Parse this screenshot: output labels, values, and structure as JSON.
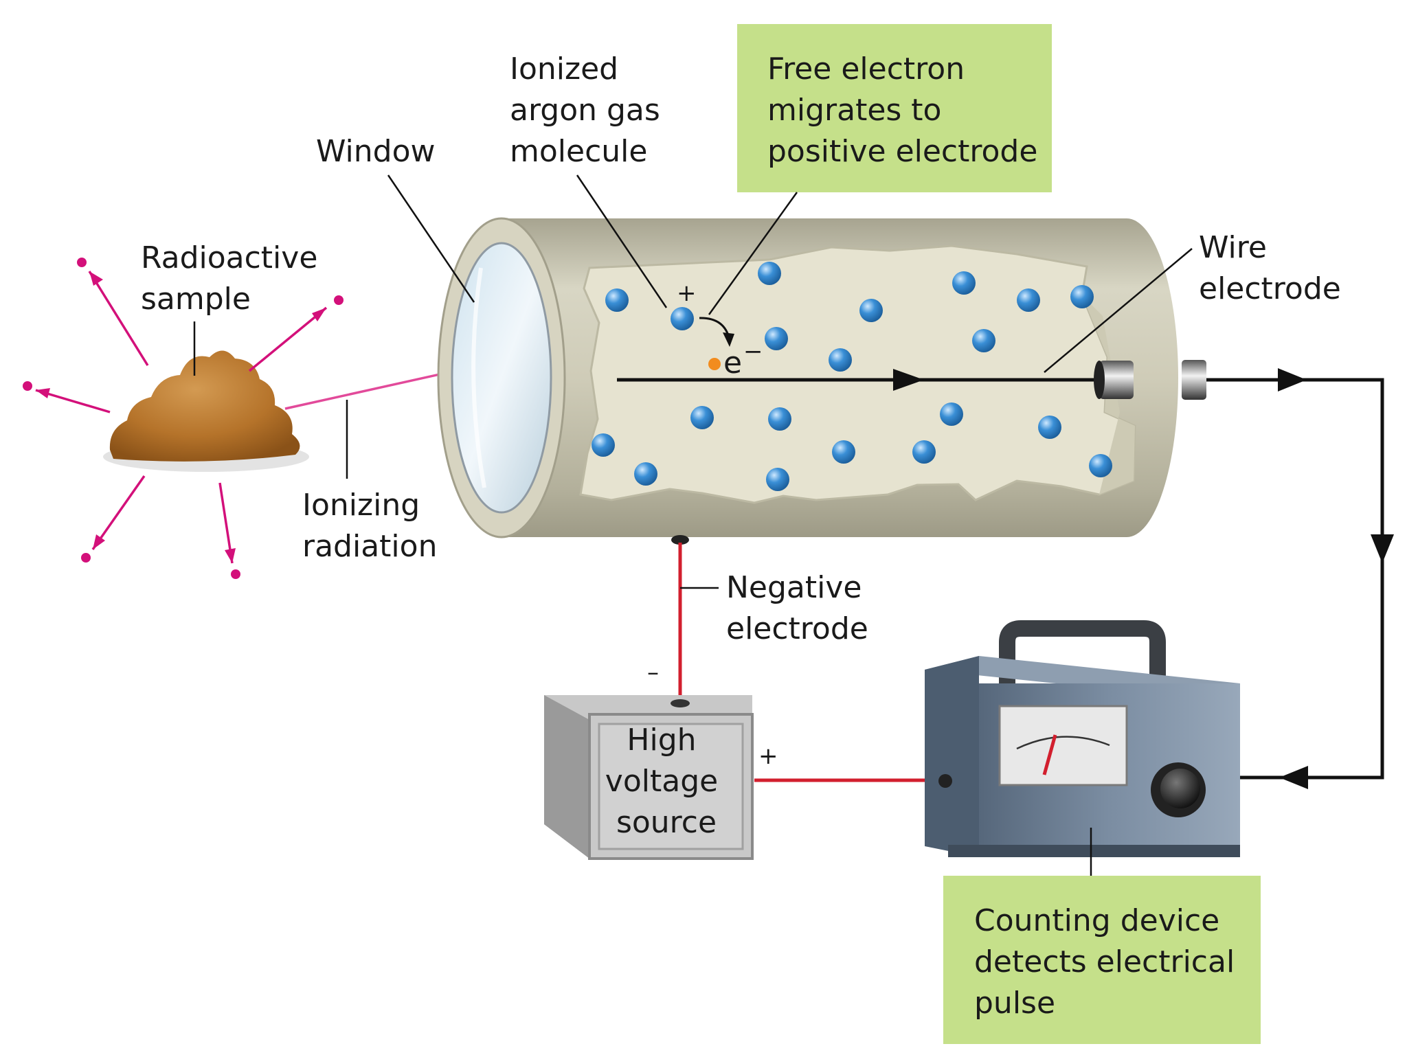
{
  "labels": {
    "window": "Window",
    "ionized": [
      "Ionized",
      "argon gas",
      "molecule"
    ],
    "free_electron": [
      "Free electron",
      "migrates to",
      "positive electrode"
    ],
    "radioactive": [
      "Radioactive",
      "sample"
    ],
    "wire_electrode": [
      "Wire",
      "electrode"
    ],
    "ionizing_radiation": [
      "Ionizing",
      "radiation"
    ],
    "negative_electrode": [
      "Negative",
      "electrode"
    ],
    "high_voltage": [
      "High",
      "voltage",
      "source"
    ],
    "counting_device": [
      "Counting device",
      "detects electrical",
      "pulse"
    ],
    "electron": "e",
    "electron_charge": "−",
    "ion_charge": "+",
    "minus_terminal": "–",
    "plus_terminal": "+"
  },
  "colors": {
    "highlight_box": "#c5e08a",
    "tube_body": "#c9c6b2",
    "gas_interior": "#e6e3d0",
    "argon_molecule": "#3a8fd6",
    "free_electron": "#f28c1e",
    "radiation": "#d3107a",
    "sample": "#b5732a",
    "voltage_box": "#c8c8c8",
    "counter_body": "#6e8094",
    "wire_red": "#d21f2e"
  },
  "icons": [
    "radioactive-sample-icon",
    "geiger-tube-icon",
    "high-voltage-box-icon",
    "counting-device-icon",
    "meter-needle-icon",
    "knob-icon"
  ]
}
